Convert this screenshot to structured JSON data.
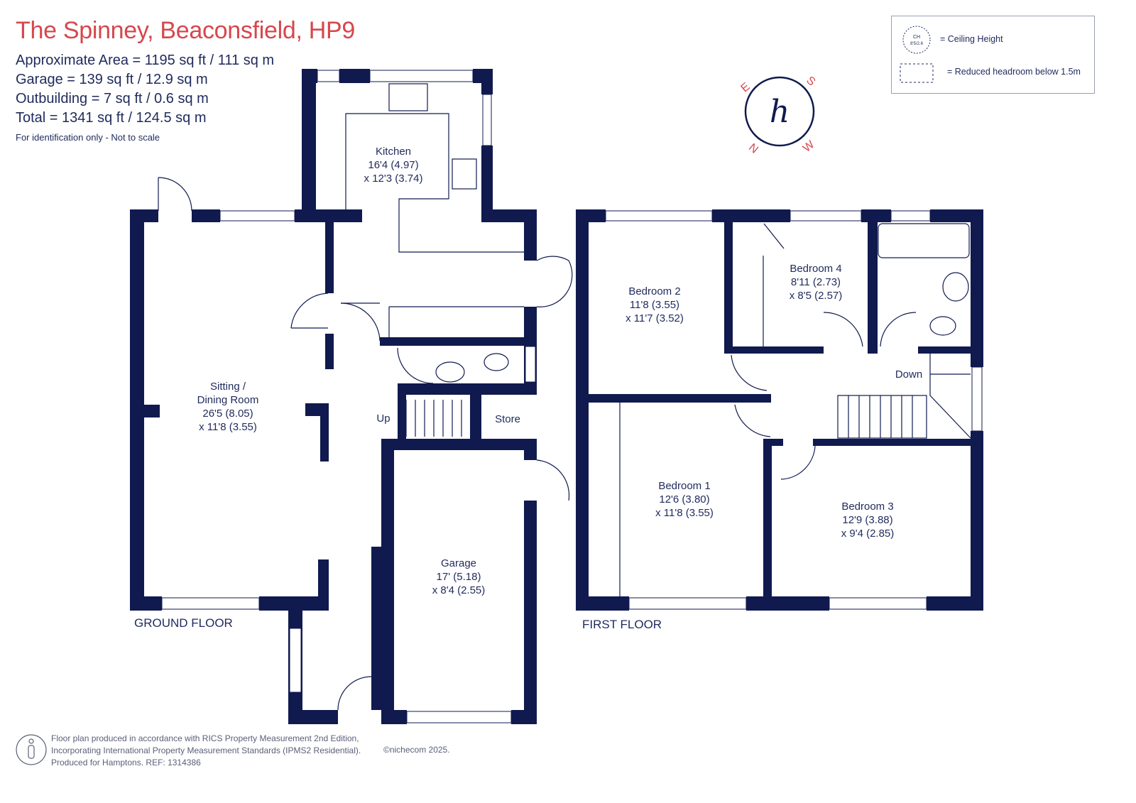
{
  "header": {
    "title": "The Spinney, Beaconsfield, HP9",
    "areas": [
      "Approximate Area = 1195 sq ft / 111 sq m",
      "Garage = 139 sq ft / 12.9 sq m",
      "Outbuilding = 7 sq ft / 0.6 sq m",
      "Total = 1341 sq ft / 124.5 sq m"
    ],
    "disclaimer": "For identification only - Not to scale"
  },
  "legend": {
    "ceiling_height": "= Ceiling Height",
    "reduced_headroom": "= Reduced headroom below 1.5m",
    "ch_symbol_top": "CH",
    "ch_symbol_bottom": "8'5/2.6"
  },
  "compass": {
    "n": "N",
    "e": "E",
    "s": "S",
    "w": "W",
    "logo": "h"
  },
  "ground_floor": {
    "label": "GROUND FLOOR",
    "kitchen": {
      "name": "Kitchen",
      "dim1": "16'4 (4.97)",
      "dim2": "x 12'3 (3.74)"
    },
    "sitting": {
      "name1": "Sitting /",
      "name2": "Dining Room",
      "dim1": "26'5 (8.05)",
      "dim2": "x 11'8 (3.55)"
    },
    "garage": {
      "name": "Garage",
      "dim1": "17' (5.18)",
      "dim2": "x 8'4 (2.55)"
    },
    "store": "Store",
    "up": "Up"
  },
  "first_floor": {
    "label": "FIRST FLOOR",
    "bedroom2": {
      "name": "Bedroom 2",
      "dim1": "11'8 (3.55)",
      "dim2": "x 11'7 (3.52)"
    },
    "bedroom4": {
      "name": "Bedroom 4",
      "dim1": "8'11 (2.73)",
      "dim2": "x 8'5 (2.57)"
    },
    "bedroom1": {
      "name": "Bedroom 1",
      "dim1": "12'6 (3.80)",
      "dim2": "x 11'8 (3.55)"
    },
    "bedroom3": {
      "name": "Bedroom 3",
      "dim1": "12'9 (3.88)",
      "dim2": "x 9'4 (2.85)"
    },
    "down": "Down"
  },
  "footer": {
    "line1": "Floor plan produced in accordance with RICS Property Measurement 2nd Edition,",
    "line2": "Incorporating International Property Measurement Standards (IPMS2 Residential).",
    "line3": "Produced for Hamptons.   REF:  1314386",
    "copyright": "©nichecom 2025."
  },
  "colors": {
    "wall": "#101a4f",
    "title": "#d6474d",
    "text": "#1f2a5c"
  }
}
